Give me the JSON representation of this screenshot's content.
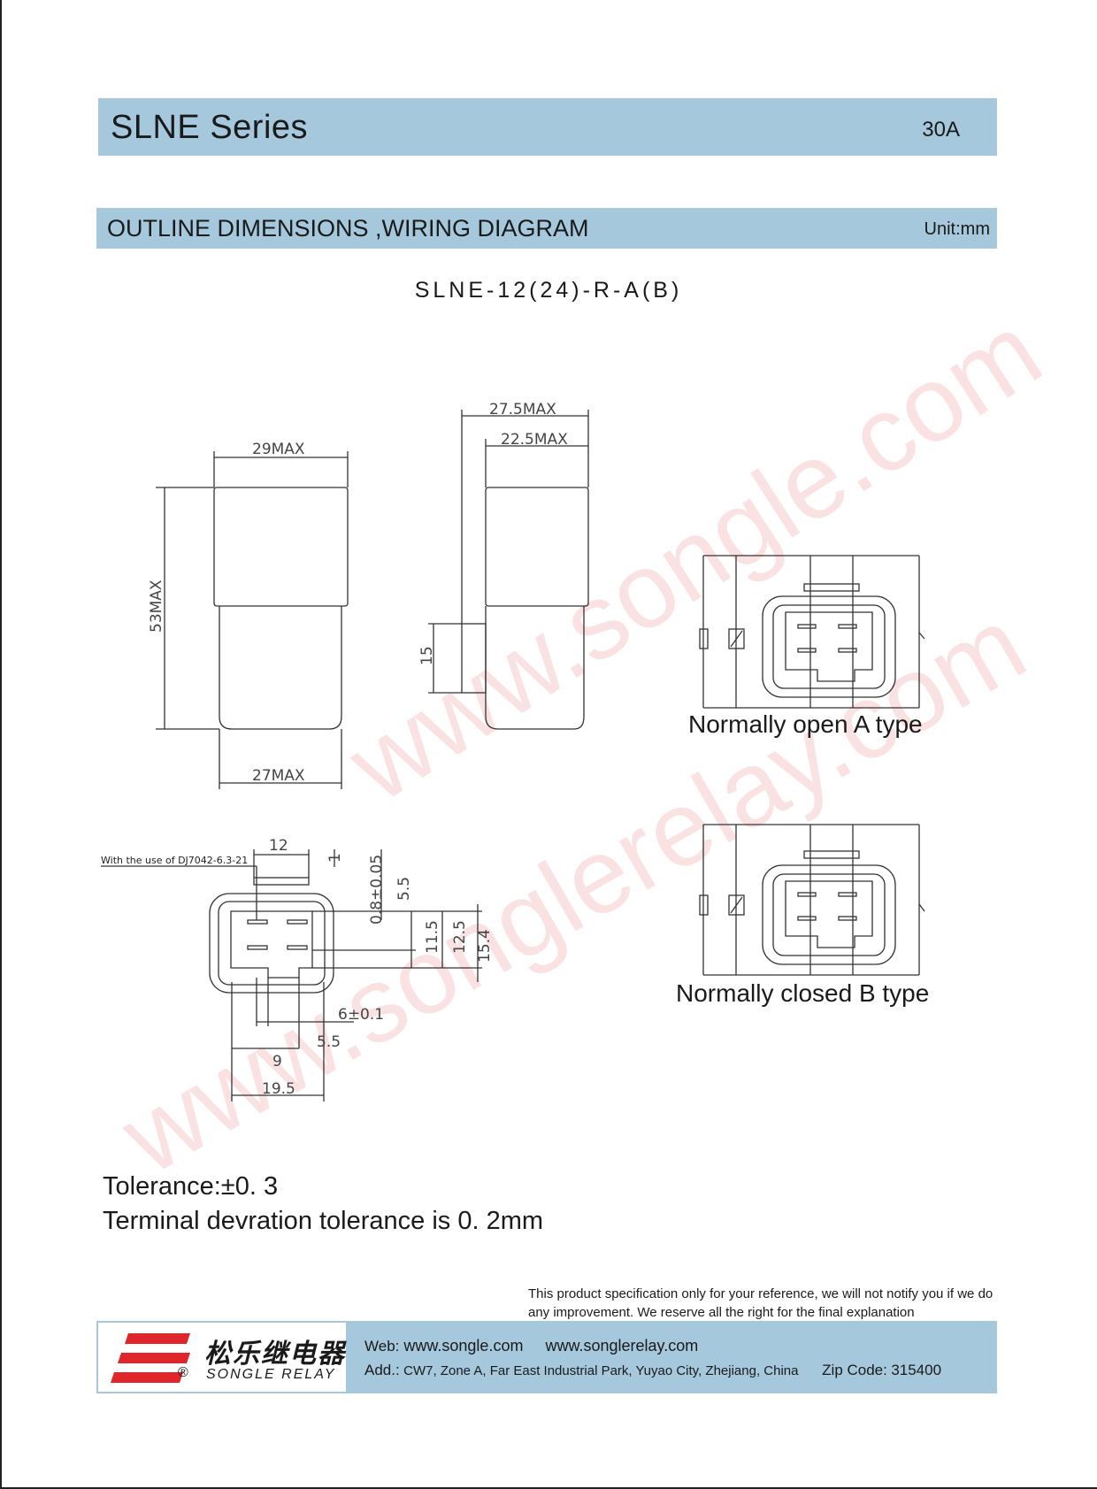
{
  "header": {
    "series": "SLNE Series",
    "rating": "30A"
  },
  "section": {
    "title": "OUTLINE DIMENSIONS ,WIRING DIAGRAM",
    "unit": "Unit:mm"
  },
  "model": "SLNE-12(24)-R-A(B)",
  "dimensions": {
    "w29": "29MAX",
    "h53": "53MAX",
    "w27": "27MAX",
    "w275": "27.5MAX",
    "w225": "22.5MAX",
    "h15": "15",
    "d12": "12",
    "d1": "1",
    "d08": "0.8±0.05",
    "d55a": "5.5",
    "d115": "11.5",
    "d125": "12.5",
    "d154": "15.4",
    "d6": "6±0.1",
    "d55b": "5.5",
    "d9": "9",
    "d195": "19.5",
    "note": "With the use of DJ7042-6.3-21"
  },
  "types": {
    "no": "Normally open A type",
    "nc": "Normally closed B type"
  },
  "watermark": {
    "a": "www.songle.com",
    "b": "www.songlerelay.com"
  },
  "tolerance": {
    "line1": "Tolerance:±0. 3",
    "line2": "Terminal devration tolerance is 0. 2mm"
  },
  "disclaimer": "This product specification only for your reference,   we will not notify you if we do any improvement. We reserve all the right for the final explanation",
  "footer": {
    "brand_cn": "松乐继电器",
    "brand_en": "SONGLE RELAY",
    "reg": "®",
    "web_label": "Web:",
    "web1": "www.songle.com",
    "web2": "www.songlerelay.com",
    "addr_label": "Add.:",
    "address": "CW7, Zone A, Far East Industrial Park, Yuyao City, Zhejiang, China",
    "zip_label": "Zip Code:",
    "zip": "315400",
    "logo_color": "#e0262b"
  }
}
